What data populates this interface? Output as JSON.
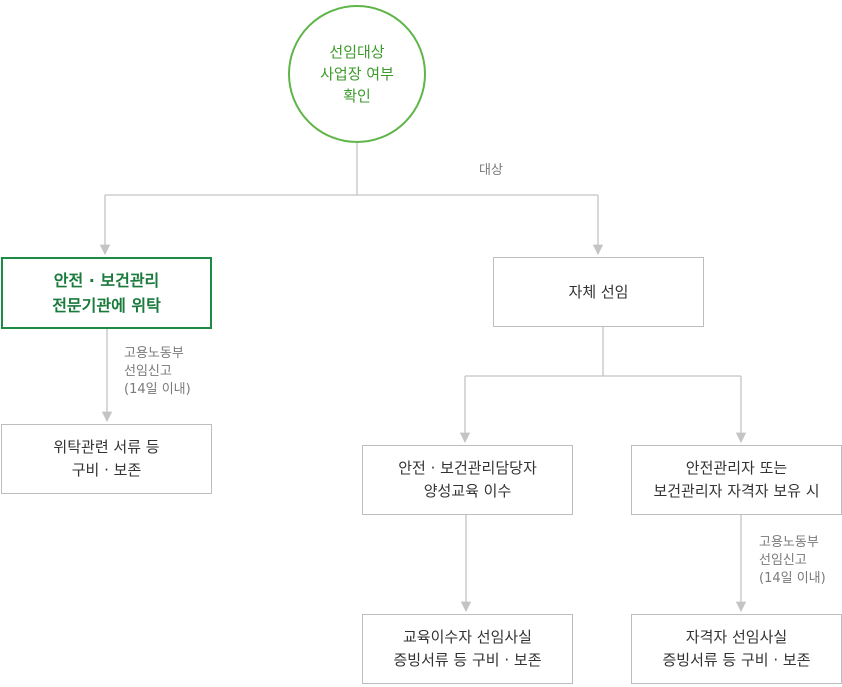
{
  "nodes": {
    "start": "선임대상\n사업장 여부\n확인",
    "agency": "안전 · 보건관리\n전문기관에 위탁",
    "self": "자체 선임",
    "agency_docs": "위탁관련 서류 등\n구비 · 보존",
    "training": "안전 · 보건관리담당자\n양성교육 이수",
    "qualified": "안전관리자 또는\n보건관리자 자격자 보유 시",
    "training_docs": "교육이수자 선임사실\n증빙서류 등 구비 · 보존",
    "qualified_docs": "자격자 선임사실\n증빙서류 등 구비 · 보존"
  },
  "labels": {
    "target": "대상",
    "report_left": "고용노동부\n선임신고\n(14일 이내)",
    "report_right": "고용노동부\n선임신고\n(14일 이내)"
  },
  "colors": {
    "start_border": "#5fb548",
    "highlight_border": "#1d8a45",
    "line": "#c4c4c4"
  }
}
